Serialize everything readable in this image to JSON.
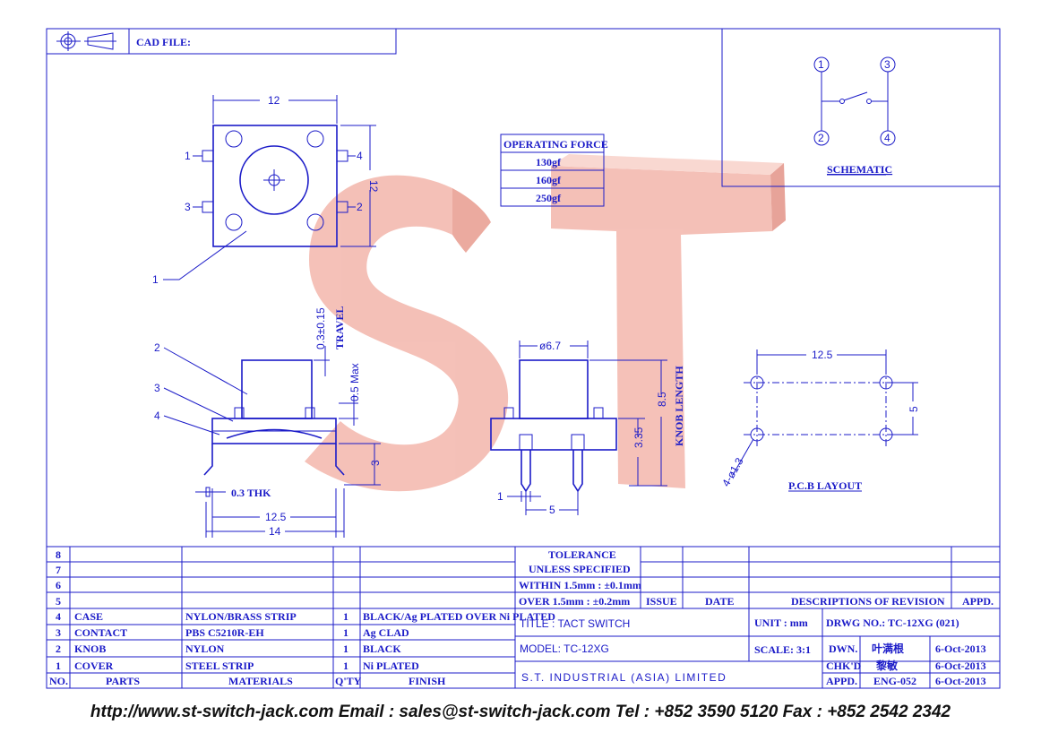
{
  "header": {
    "cad_file_label": "CAD FILE:"
  },
  "watermark": {
    "text": "ST",
    "color": "#f4b4a8"
  },
  "operating_force": {
    "title": "OPERATING FORCE",
    "values": [
      "130gf",
      "160gf",
      "250gf"
    ]
  },
  "schematic": {
    "pins": [
      "1",
      "2",
      "3",
      "4"
    ],
    "label": "SCHEMATIC"
  },
  "top_view": {
    "dim_width": "12",
    "dim_height": "12",
    "pin_labels": [
      "1",
      "4",
      "3",
      "2"
    ],
    "callout": "1"
  },
  "side_view": {
    "callouts": [
      "2",
      "3",
      "4"
    ],
    "travel": "0.3±0.15",
    "travel_label": "TRAVEL",
    "max_label": "0.5 Max",
    "dim_3": "3",
    "thk": "0.3 THK",
    "dim_12_5": "12.5",
    "dim_14": "14"
  },
  "front_view": {
    "dia": "ø6.7",
    "dim_8_5": "8.5",
    "knob_length": "KNOB LENGTH",
    "dim_3_35": "3.35",
    "dim_1": "1",
    "dim_5": "5"
  },
  "pcb": {
    "dim_12_5": "12.5",
    "dim_5": "5",
    "holes": "4-ø1.3",
    "label": "P.C.B LAYOUT"
  },
  "tolerance": {
    "title1": "TOLERANCE",
    "title2": "UNLESS  SPECIFIED",
    "line1": "WITHIN 1.5mm : ±0.1mm",
    "line2": "OVER 1.5mm : ±0.2mm"
  },
  "revision": {
    "issue": "ISSUE",
    "date": "DATE",
    "desc": "DESCRIPTIONS OF REVISION",
    "appd": "APPD."
  },
  "bom": {
    "empty_rows": [
      "8",
      "7",
      "6",
      "5"
    ],
    "rows": [
      {
        "no": "4",
        "part": "CASE",
        "material": "NYLON/BRASS STRIP",
        "qty": "1",
        "finish": "BLACK/Ag PLATED OVER Ni PLATED"
      },
      {
        "no": "3",
        "part": "CONTACT",
        "material": "PBS C5210R-EH",
        "qty": "1",
        "finish": "Ag CLAD"
      },
      {
        "no": "2",
        "part": "KNOB",
        "material": "NYLON",
        "qty": "1",
        "finish": "BLACK"
      },
      {
        "no": "1",
        "part": "COVER",
        "material": "STEEL STRIP",
        "qty": "1",
        "finish": "Ni PLATED"
      }
    ],
    "headers": {
      "no": "NO.",
      "part": "PARTS",
      "material": "MATERIALS",
      "qty": "Q'TY",
      "finish": "FINISH"
    }
  },
  "title_block": {
    "title": "TITLE : TACT SWITCH",
    "model": "MODEL: TC-12XG",
    "company": "S.T. INDUSTRIAL (ASIA) LIMITED",
    "unit": "UNIT :  mm",
    "scale": "SCALE:  3:1",
    "drwg_no": "DRWG NO.: TC-12XG (021)",
    "dwn_label": "DWN.",
    "dwn_name": "叶满根",
    "dwn_date": "6-Oct-2013",
    "chkd_label": "CHK'D",
    "chkd_name": "黎敏",
    "chkd_date": "6-Oct-2013",
    "appd_label": "APPD.",
    "appd_name": "ENG-052",
    "appd_date": "6-Oct-2013"
  },
  "footer": {
    "text": "http://www.st-switch-jack.com  Email : sales@st-switch-jack.com  Tel : +852 3590 5120  Fax : +852 2542 2342"
  }
}
